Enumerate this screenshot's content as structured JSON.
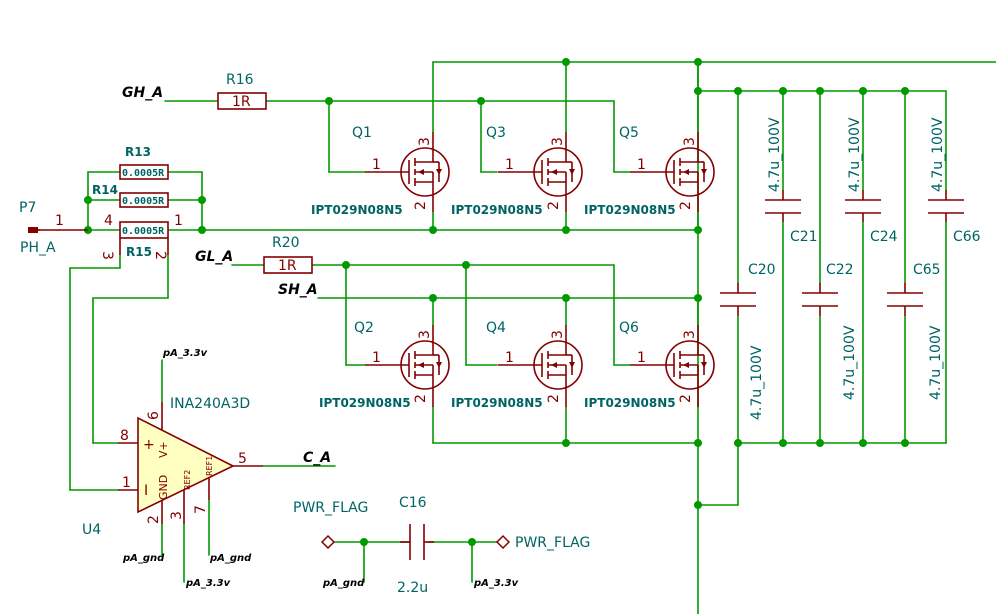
{
  "nets": {
    "gh_a": "GH_A",
    "gl_a": "GL_A",
    "sh_a": "SH_A",
    "c_a": "C_A",
    "ph_a": "PH_A",
    "pa_3v3": "pA_3.3v",
    "pa_gnd": "pA_gnd"
  },
  "connector": {
    "ref": "P7",
    "pin": "1"
  },
  "resistors": {
    "r16": {
      "ref": "R16",
      "value": "1R"
    },
    "r20": {
      "ref": "R20",
      "value": "1R"
    },
    "r13": {
      "ref": "R13",
      "value": "0.0005R"
    },
    "r14": {
      "ref": "R14",
      "value": "0.0005R"
    },
    "r15": {
      "ref": "R15",
      "value": "0.0005R"
    }
  },
  "mosfets": [
    {
      "ref": "Q1",
      "part": "IPT029N08N5"
    },
    {
      "ref": "Q3",
      "part": "IPT029N08N5"
    },
    {
      "ref": "Q5",
      "part": "IPT029N08N5"
    },
    {
      "ref": "Q2",
      "part": "IPT029N08N5"
    },
    {
      "ref": "Q4",
      "part": "IPT029N08N5"
    },
    {
      "ref": "Q6",
      "part": "IPT029N08N5"
    }
  ],
  "capacitors": {
    "c20": {
      "ref": "C20",
      "value": "4.7u_100V"
    },
    "c21": {
      "ref": "C21",
      "value": "4.7u_100V"
    },
    "c22": {
      "ref": "C22",
      "value": "4.7u_100V"
    },
    "c24": {
      "ref": "C24",
      "value": "4.7u_100V"
    },
    "c65": {
      "ref": "C65",
      "value": "4.7u_100V"
    },
    "c66": {
      "ref": "C66",
      "value": "4.7u_100V"
    },
    "c16": {
      "ref": "C16",
      "value": "2.2u"
    }
  },
  "amp": {
    "ref": "U4",
    "part": "INA240A3D",
    "pin_vplus_label": "V+",
    "pin_gnd_label": "GND",
    "ref1_label": "REF1",
    "ref2_label": "REF2",
    "plus_sign": "+",
    "minus_sign": "I"
  },
  "pwr_flag": "PWR_FLAG",
  "pin_numbers": {
    "one": "1",
    "two": "2",
    "three": "3",
    "four": "4",
    "five": "5",
    "six": "6",
    "seven": "7",
    "eight": "8"
  },
  "colors": {
    "wire": "#009900",
    "symbol": "#840000",
    "symbol_fill": "#ffffc2",
    "reference_text": "#006464"
  }
}
